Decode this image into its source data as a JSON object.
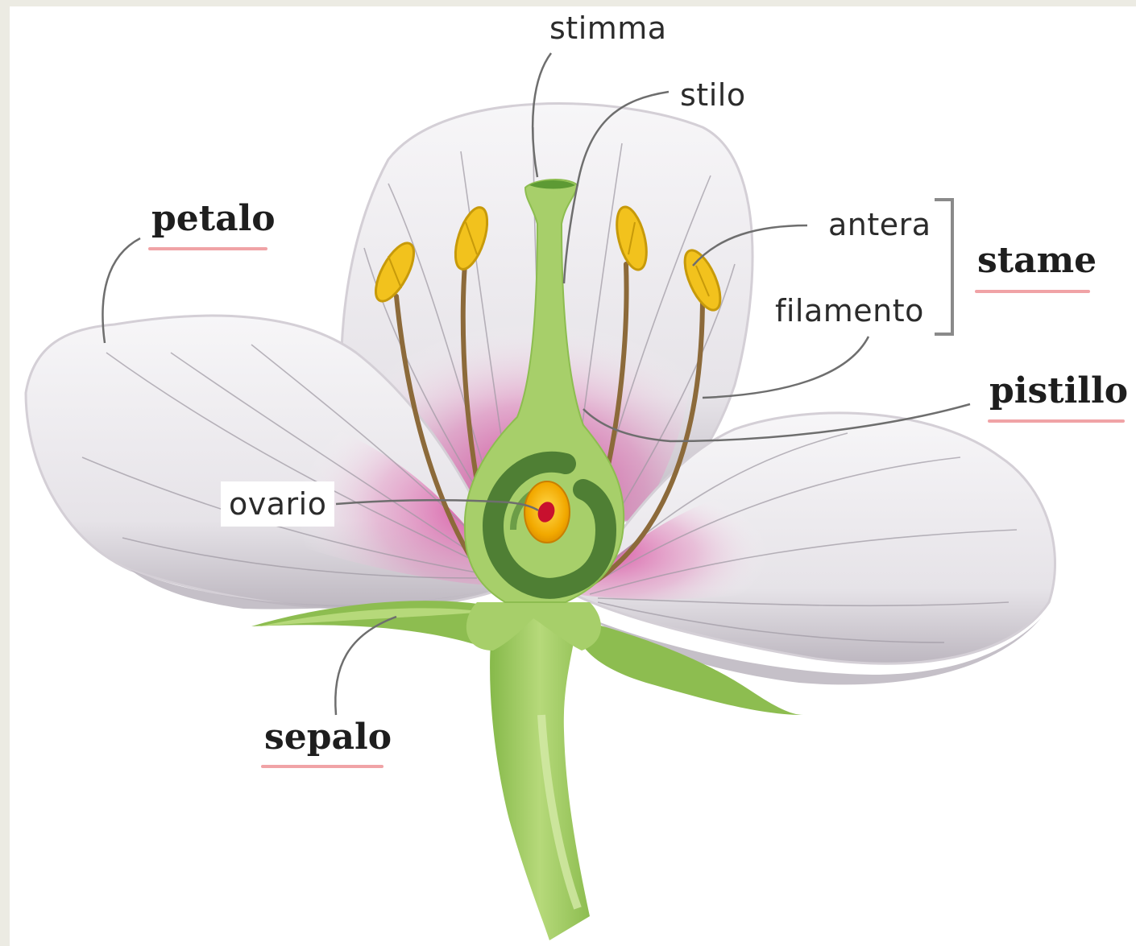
{
  "labels": {
    "stimma": "stimma",
    "stilo": "stilo",
    "petalo": "petalo",
    "antera": "antera",
    "stame": "stame",
    "filamento": "filamento",
    "pistillo": "pistillo",
    "ovario": "ovario",
    "sepalo": "sepalo"
  },
  "colors": {
    "background": "#ffffff",
    "frame": "#ecebe3",
    "petal": "#f1f0f3",
    "petal_shadow": "#c9c4cc",
    "pink": "#d6449b",
    "pistil_green": "#a7cf6a",
    "dark_green": "#4f7f34",
    "anther_yellow": "#f2c21d",
    "filament_brown": "#8c6a3a",
    "ovule": "#f5b400",
    "ovule_core": "#c8102e",
    "underline": "#f0a3a6",
    "leader": "#6e6e6e"
  }
}
